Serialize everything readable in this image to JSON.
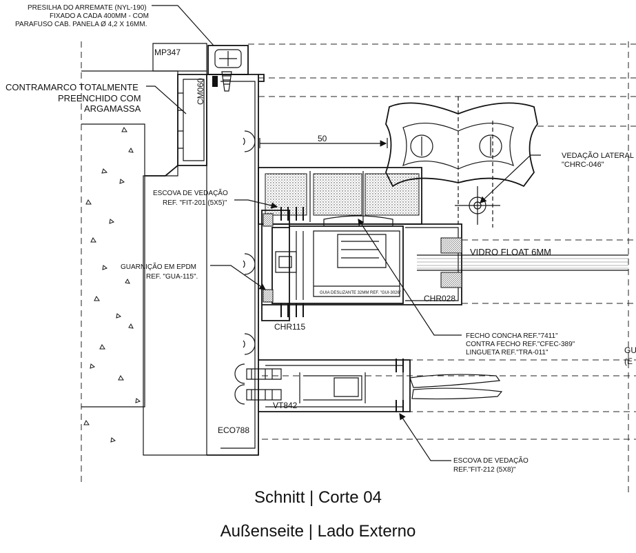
{
  "labels": {
    "presilha_1": "PRESILHA DO ARREMATE (NYL-190)",
    "presilha_2": "FIXADO A CADA 400MM - COM",
    "presilha_3": "PARAFUSO CAB. PANELA Ø 4,2 X 16MM.",
    "mp347": "MP347",
    "cm060": "CM060",
    "contramarco_1": "CONTRAMARCO TOTALMENTE",
    "contramarco_2": "PREENCHIDO COM",
    "contramarco_3": "ARGAMASSA",
    "dim_50": "50",
    "vedacao_lateral_1": "VEDAÇÃO LATERAL",
    "vedacao_lateral_2": "\"CHRC-046\"",
    "escova_1": "ESCOVA DE VEDAÇÃO",
    "escova_2": "REF. \"FIT-201 (5X5)\"",
    "vidro": "VIDRO FLOAT 6MM",
    "guarnicao_1": "GUARNIÇÃO EM EPDM",
    "guarnicao_2": "REF. \"GUA-115\".",
    "guia": "GUIA DESLIZANTE 32MM REF. \"GUI-3026\"",
    "chr028": "CHR028",
    "chr115": "CHR115",
    "fecho_1": "FECHO CONCHA REF.\"7411\"",
    "fecho_2": "CONTRA FECHO REF.\"CFEC-389\"",
    "fecho_3": "LINGUETA REF.\"TRA-011\"",
    "gu_1": "GU",
    "gu_2": "(E",
    "vt842": "VT842",
    "eco788": "ECO788",
    "escova2_1": "ESCOVA DE VEDAÇÃO",
    "escova2_2": "REF.\"FIT-212 (5X8)\""
  },
  "captions": {
    "title": "Schnitt | Corte 04",
    "subtitle": "Außenseite | Lado Externo"
  }
}
